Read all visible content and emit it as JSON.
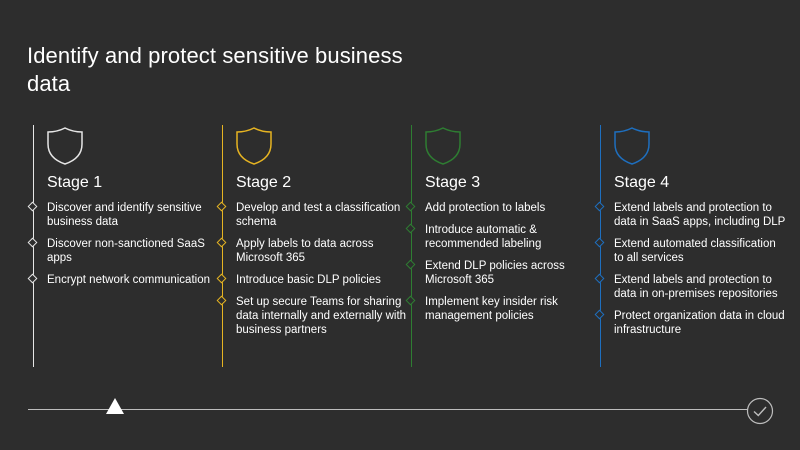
{
  "title": "Identify and protect sensitive business data",
  "colors": {
    "background": "#2d2d2d",
    "stage1": "#e6e6e6",
    "stage2": "#e6b422",
    "stage3": "#2e7d32",
    "stage4": "#1e6fbf",
    "timeline": "#bdbdbd"
  },
  "icons": {
    "stage": "shield-icon",
    "start": "triangle-icon",
    "end": "checkmark-circle-icon"
  },
  "stages": [
    {
      "label": "Stage 1",
      "items": [
        "Discover and identify sensitive business data",
        "Discover non-sanctioned SaaS apps",
        "Encrypt network communication"
      ]
    },
    {
      "label": "Stage 2",
      "items": [
        "Develop and test a classification schema",
        "Apply labels to data across Microsoft 365",
        "Introduce basic DLP policies",
        "Set up secure Teams for sharing data internally and externally with business partners"
      ]
    },
    {
      "label": "Stage 3",
      "items": [
        "Add protection to labels",
        "Introduce automatic & recommended labeling",
        "Extend DLP policies across Microsoft 365",
        "Implement key insider risk management policies"
      ]
    },
    {
      "label": "Stage 4",
      "items": [
        "Extend labels and protection to data in SaaS apps, including DLP",
        "Extend automated classification to all services",
        "Extend labels and protection to data in on-premises repositories",
        "Protect organization data in cloud infrastructure"
      ]
    }
  ]
}
